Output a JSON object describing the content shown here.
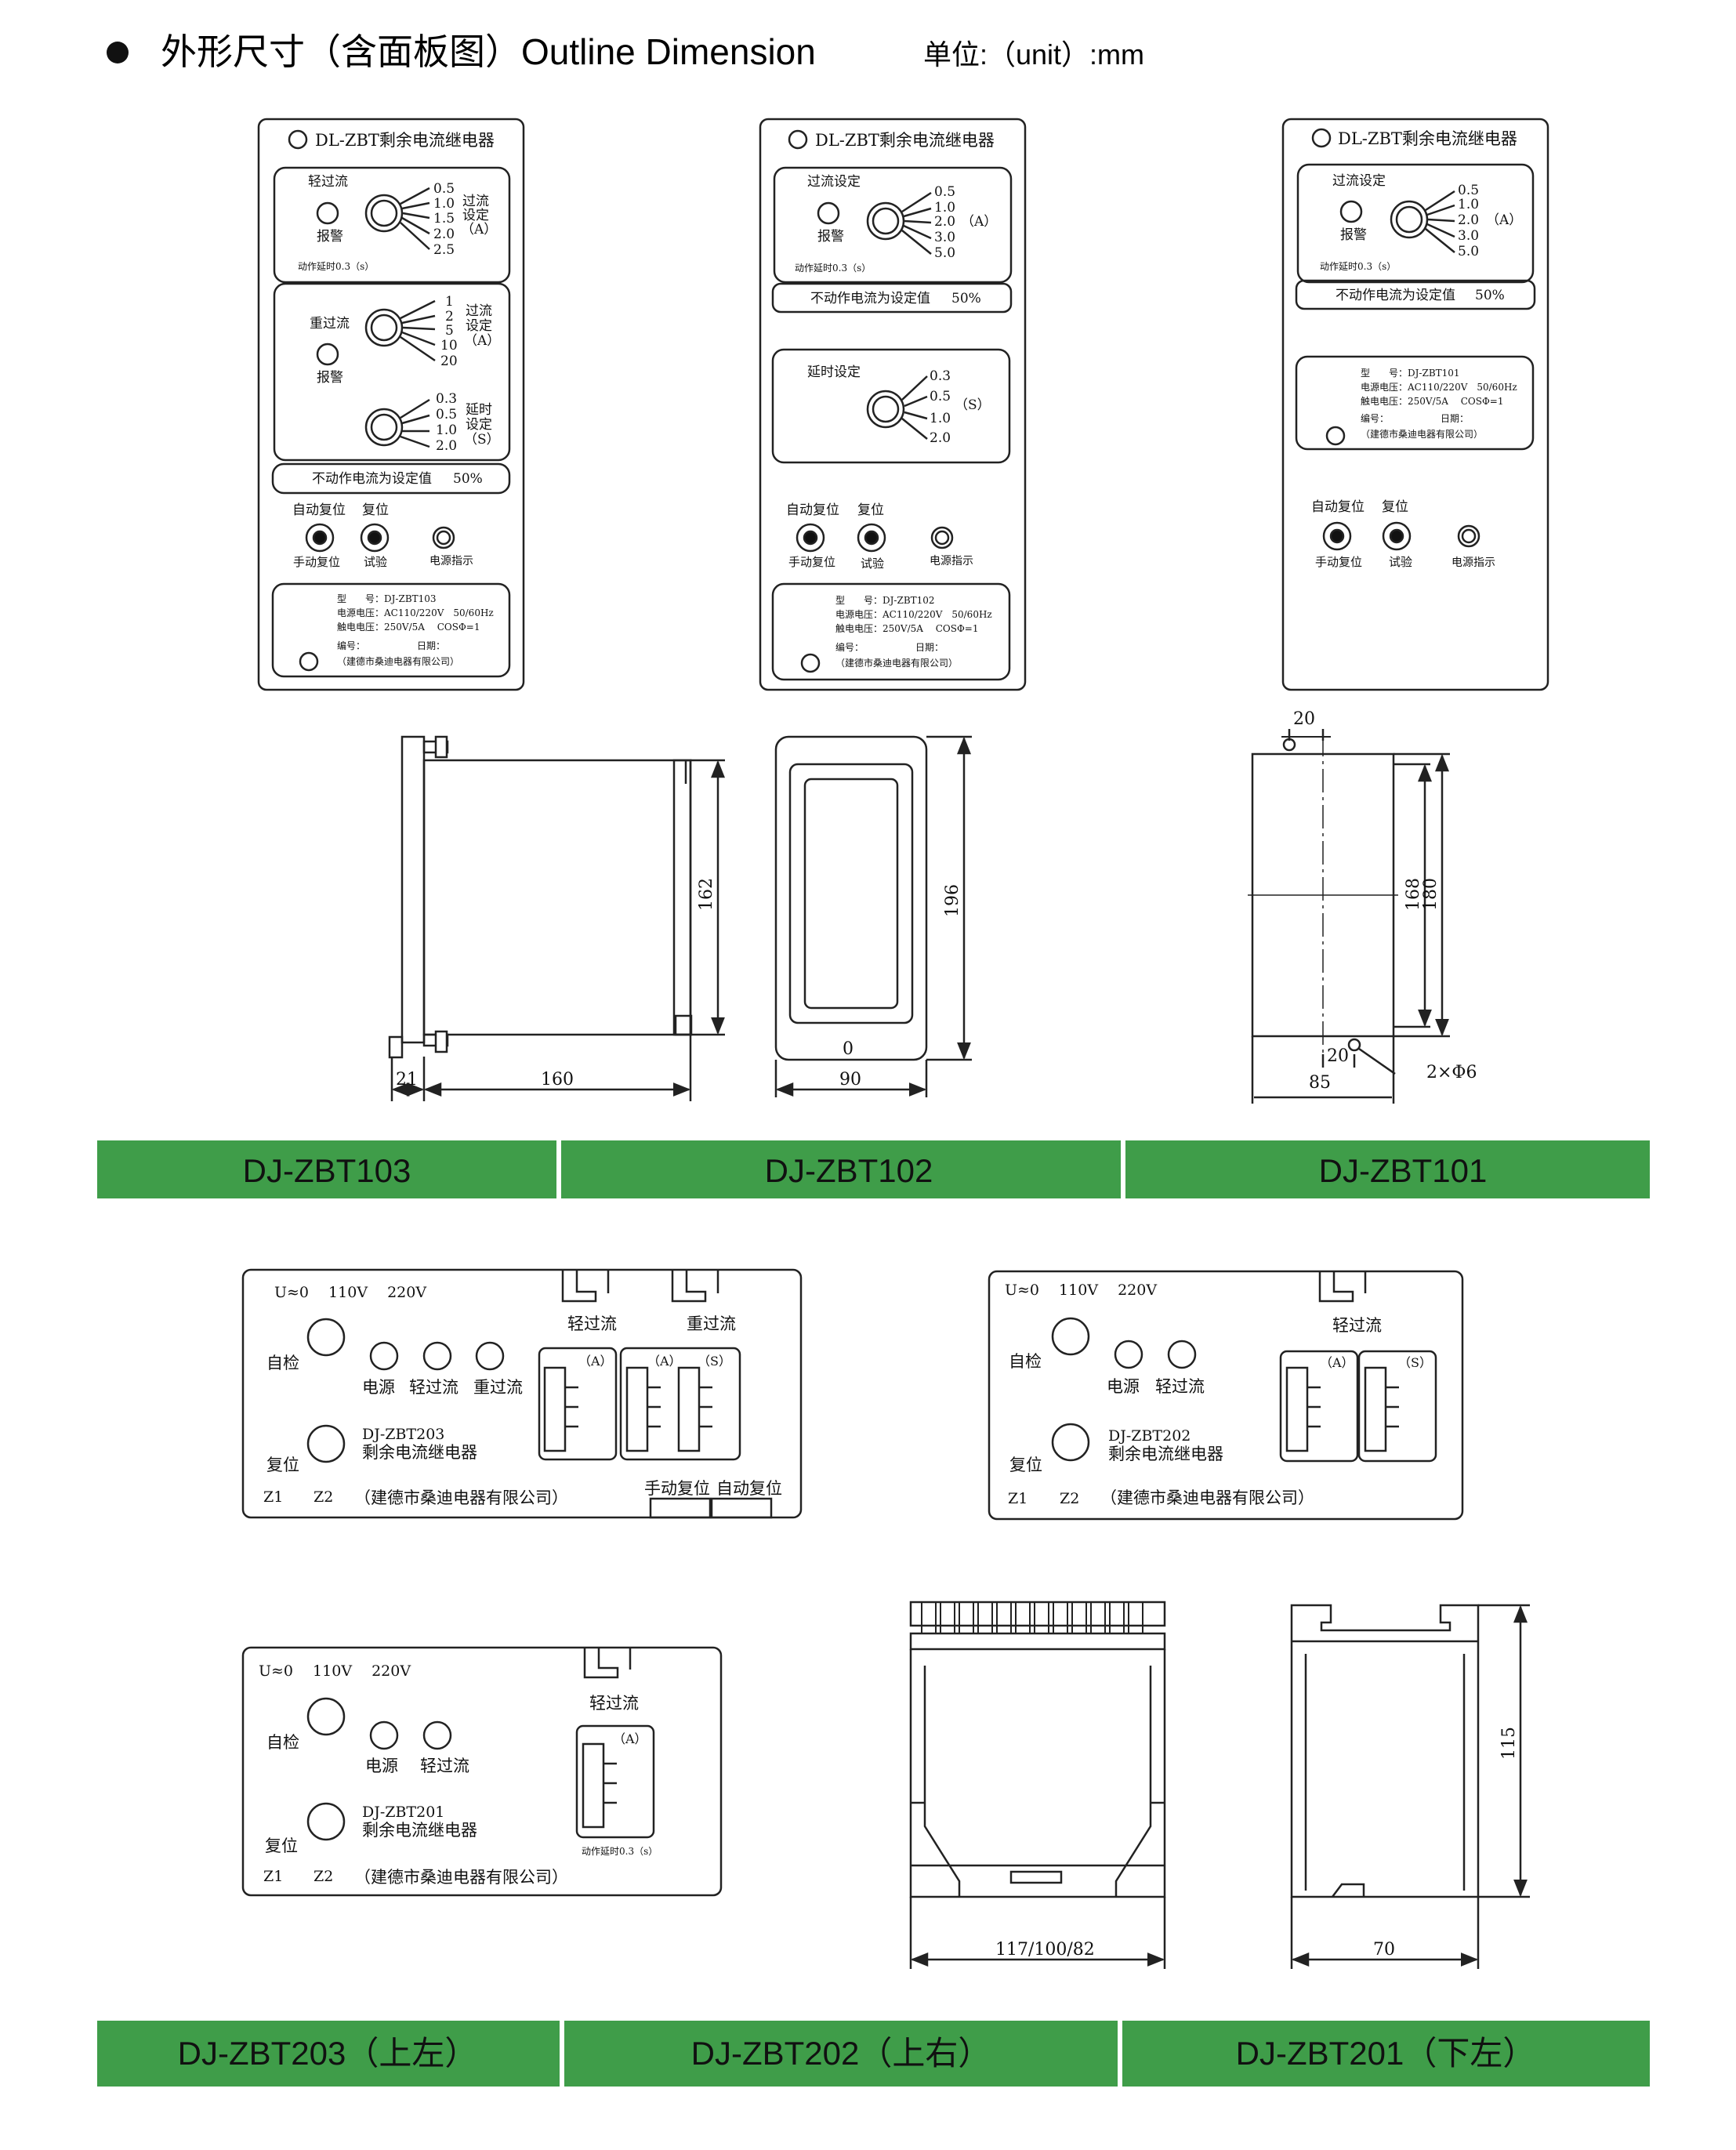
{
  "header": {
    "title": "外形尺寸（含面板图）Outline Dimension",
    "unit": "单位:（unit）:mm"
  },
  "colors": {
    "band": "#3f9d49",
    "band_text": "#111111",
    "line": "#222222"
  },
  "bands": {
    "top": [
      "DJ-ZBT103",
      "DJ-ZBT102",
      "DJ-ZBT101"
    ],
    "bottom": [
      "DJ-ZBT203（上左）",
      "DJ-ZBT202（上右）",
      "DJ-ZBT201（下左）"
    ]
  },
  "p103": {
    "title": "DL-ZBT剩余电流继电器",
    "s1_label": "轻过流",
    "s1_alarm": "报警",
    "s1_ticks": [
      "0.5",
      "1.0",
      "1.5",
      "2.0",
      "2.5"
    ],
    "s1_set": [
      "过流",
      "设定",
      "（A）"
    ],
    "delay_note": "动作延时0.3（s）",
    "s2_label": "重过流",
    "s2_alarm": "报警",
    "s2_ticks": [
      "1",
      "2",
      "5",
      "10",
      "20"
    ],
    "s2_set": [
      "过流",
      "设定",
      "（A）"
    ],
    "s3_ticks": [
      "0.3",
      "0.5",
      "1.0",
      "2.0"
    ],
    "s3_set": [
      "延时",
      "设定",
      "（S）"
    ],
    "nonop": "不动作电流为设定值",
    "nonop_pct": "50%",
    "btn_top": [
      "自动复位",
      "复位"
    ],
    "btn_bottom": [
      "手动复位",
      "试验",
      "电源指示"
    ],
    "info": [
      "型　　号：DJ-ZBT103",
      "电源电压：AC110/220V　50/60Hz",
      "触电电压：250V/5A　 COSΦ=1",
      "编号：　　　　　　日期：",
      "（建德市桑迪电器有限公司）"
    ]
  },
  "p102": {
    "title": "DL-ZBT剩余电流继电器",
    "s1_label": "过流设定",
    "s1_alarm": "报警",
    "s1_ticks": [
      "0.5",
      "1.0",
      "2.0",
      "3.0",
      "5.0"
    ],
    "s1_unit": "（A）",
    "delay_note": "动作延时0.3（s）",
    "nonop": "不动作电流为设定值",
    "nonop_pct": "50%",
    "s2_label": "延时设定",
    "s2_ticks": [
      "0.3",
      "0.5",
      "1.0",
      "2.0"
    ],
    "s2_unit": "（S）",
    "btn_top": [
      "自动复位",
      "复位"
    ],
    "btn_bottom": [
      "手动复位",
      "试验",
      "电源指示"
    ],
    "info": [
      "型　　号：DJ-ZBT102",
      "电源电压：AC110/220V　50/60Hz",
      "触电电压：250V/5A　 COSΦ=1",
      "编号：　　　　　　日期：",
      "（建德市桑迪电器有限公司）"
    ]
  },
  "p101": {
    "title": "DL-ZBT剩余电流继电器",
    "s1_label": "过流设定",
    "s1_alarm": "报警",
    "s1_ticks": [
      "0.5",
      "1.0",
      "2.0",
      "3.0",
      "5.0"
    ],
    "s1_unit": "（A）",
    "delay_note": "动作延时0.3（s）",
    "nonop": "不动作电流为设定值",
    "nonop_pct": "50%",
    "info": [
      "型　　号：DJ-ZBT101",
      "电源电压：AC110/220V　50/60Hz",
      "触电电压：250V/5A　 COSΦ=1",
      "编号：　　　　　　日期：",
      "（建德市桑迪电器有限公司）"
    ],
    "btn_top": [
      "自动复位",
      "复位"
    ],
    "btn_bottom": [
      "手动复位",
      "试验",
      "电源指示"
    ]
  },
  "side": {
    "d21": "21",
    "d160": "160",
    "d162": "162",
    "d196": "196",
    "d90": "90",
    "d0": "0",
    "d20a": "20",
    "d168": "168",
    "d180": "180",
    "d20b": "20",
    "d85": "85",
    "hole": "2×Φ6"
  },
  "p203": {
    "volt": "U≈0　 110V　 220V",
    "zijian": "自检",
    "fuwei": "复位",
    "z1": "Z1",
    "z2": "Z2",
    "led_labels": [
      "电源",
      "轻过流",
      "重过流"
    ],
    "name": [
      "DJ-ZBT203",
      "剩余电流继电器"
    ],
    "company": "（建德市桑迪电器有限公司）",
    "plugs": [
      "轻过流",
      "重过流"
    ],
    "sel_units": [
      "（A）",
      "（A）",
      "（S）"
    ],
    "bottom_btns": [
      "手动复位",
      "自动复位"
    ]
  },
  "p202": {
    "volt": "U≈0　 110V　 220V",
    "zijian": "自检",
    "fuwei": "复位",
    "z1": "Z1",
    "z2": "Z2",
    "led_labels": [
      "电源",
      "轻过流"
    ],
    "name": [
      "DJ-ZBT202",
      "剩余电流继电器"
    ],
    "company": "（建德市桑迪电器有限公司）",
    "plug": "轻过流",
    "sel_units": [
      "（A）",
      "（S）"
    ]
  },
  "p201": {
    "volt": "U≈0　 110V　 220V",
    "zijian": "自检",
    "fuwei": "复位",
    "z1": "Z1",
    "z2": "Z2",
    "led_labels": [
      "电源",
      "轻过流"
    ],
    "name": [
      "DJ-ZBT201",
      "剩余电流继电器"
    ],
    "company": "（建德市桑迪电器有限公司）",
    "plug": "轻过流",
    "sel_unit": "（A）",
    "delay_note": "动作延时0.3（s）"
  },
  "rail": {
    "width_dim": "117/100/82",
    "d70": "70",
    "d115": "115"
  }
}
